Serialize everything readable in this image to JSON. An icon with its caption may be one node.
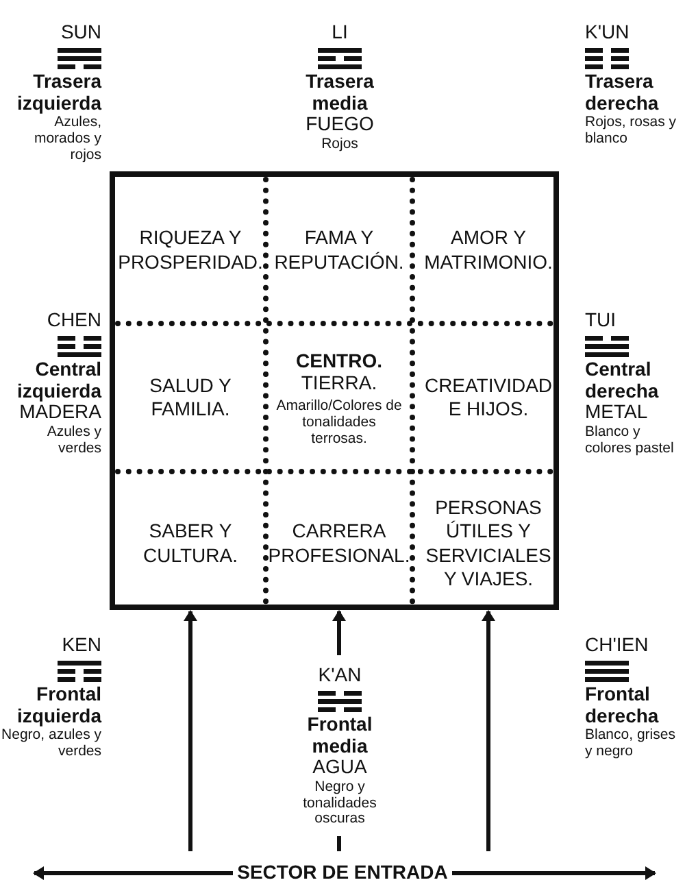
{
  "diagram": {
    "nodes": [
      {
        "text": [],
        "shape": "box"
      },
      {
        "text": [
          "RIQUEZA Y PROSPERIDAD."
        ],
        "in": 0
      },
      {
        "text": [
          "FAMA Y REPUTACIÓN."
        ],
        "in": 0
      },
      {
        "text": [
          "AMOR Y MATRIMONIO."
        ],
        "in": 0
      },
      {
        "text": [
          "SALUD Y FAMILIA."
        ],
        "in": 0
      },
      {
        "text": [
          "CENTRO.",
          "TIERRA.",
          "Amarillo/Colores de tonalidades terrosas."
        ],
        "in": 0
      },
      {
        "text": [
          "CREATIVIDAD E HIJOS."
        ],
        "in": 0
      },
      {
        "text": [
          "SABER Y CULTURA."
        ],
        "in": 0
      },
      {
        "text": [
          "CARRERA PROFESIONAL."
        ],
        "in": 0
      },
      {
        "text": [
          "PERSONAS ÚTILES Y SERVICIALES Y VIAJES."
        ],
        "in": 0
      }
    ],
    "edges": [
      {
        "from": null,
        "to": 7,
        "arrow": "to"
      },
      {
        "from": null,
        "to": 8,
        "arrow": "to"
      },
      {
        "from": null,
        "to": 9,
        "arrow": "to"
      }
    ],
    "labels": [
      "SUN",
      "Trasera izquierda",
      "Azules, morados y rojos",
      "LI",
      "Trasera media",
      "FUEGO",
      "Rojos",
      "K'UN",
      "Trasera derecha",
      "Rojos, rosas y blanco",
      "CHEN",
      "Central izquierda",
      "MADERA",
      "Azules y verdes",
      "TUI",
      "Central derecha",
      "METAL",
      "Blanco y colores pastel",
      "KEN",
      "Frontal izquierda",
      "Negro, azules y verdes",
      "K'AN",
      "Frontal media",
      "AGUA",
      "Negro y tonalidades oscuras",
      "CH'IEN",
      "Frontal derecha",
      "Blanco, grises y negro",
      "SECTOR DE ENTRADA"
    ]
  }
}
